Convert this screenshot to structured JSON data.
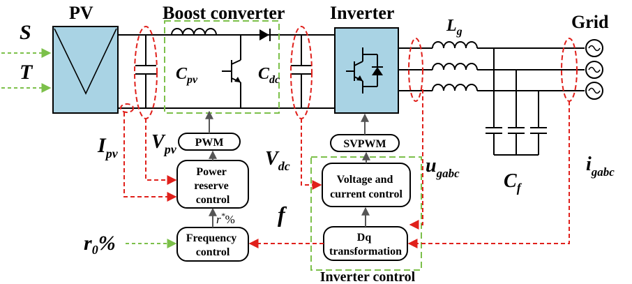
{
  "blocks": {
    "pv": "PV",
    "boost": "Boost converter",
    "inverter": "Inverter",
    "grid": "Grid",
    "pwm": "PWM",
    "svpwm": "SVPWM",
    "power_reserve": [
      "Power",
      "reserve",
      "control"
    ],
    "frequency_control": [
      "Frequency",
      "control"
    ],
    "voltage_current": [
      "Voltage and",
      "current  control"
    ],
    "dq": [
      "Dq",
      "transformation"
    ],
    "inverter_control": "Inverter control"
  },
  "symbols": {
    "S": "S",
    "T": "T",
    "Cpv": {
      "base": "C",
      "sub": "pv"
    },
    "Cdc": {
      "base": "C",
      "sub": "dc"
    },
    "Lg": {
      "base": "L",
      "sub": "g"
    },
    "Cf": {
      "base": "C",
      "sub": "f"
    },
    "Ipv": {
      "base": "I",
      "sub": "pv"
    },
    "Vpv": {
      "base": "V",
      "sub": "pv"
    },
    "Vdc": {
      "base": "V",
      "sub": "dc"
    },
    "ugabc": {
      "base": "u",
      "sub": "gabc"
    },
    "igabc": {
      "base": "i",
      "sub": "gabc"
    },
    "f": "f",
    "r0": {
      "base": "r",
      "sub": "0",
      "suffix": "%"
    },
    "rstar": {
      "base": "r",
      "sup": "*",
      "suffix": "%"
    }
  },
  "colors": {
    "pv_fill": "#a9d3e4",
    "measurement": "#e0201b",
    "controller_group": "#7cc04a",
    "wire": "#000000"
  }
}
